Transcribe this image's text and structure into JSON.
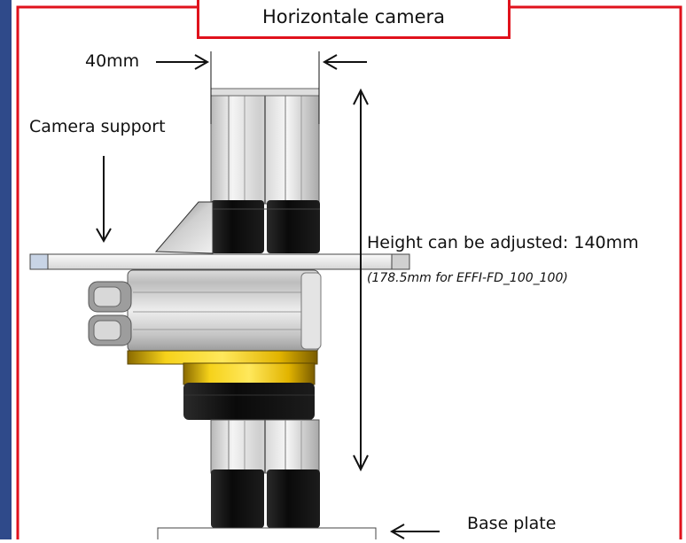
{
  "title": "Horizontale camera",
  "labels": {
    "width_dim": "40mm",
    "camera_support": "Camera support",
    "height_adjust": "Height can be adjusted: 140mm",
    "height_note": "(178.5mm for EFFI-FD_100_100)",
    "base_plate": "Base plate"
  },
  "colors": {
    "frame_red": "#e0121c",
    "left_stripe_blue": "#2f4a8a",
    "lens_ring_gold": "#f2c200",
    "block_black": "#0b0b0b"
  }
}
